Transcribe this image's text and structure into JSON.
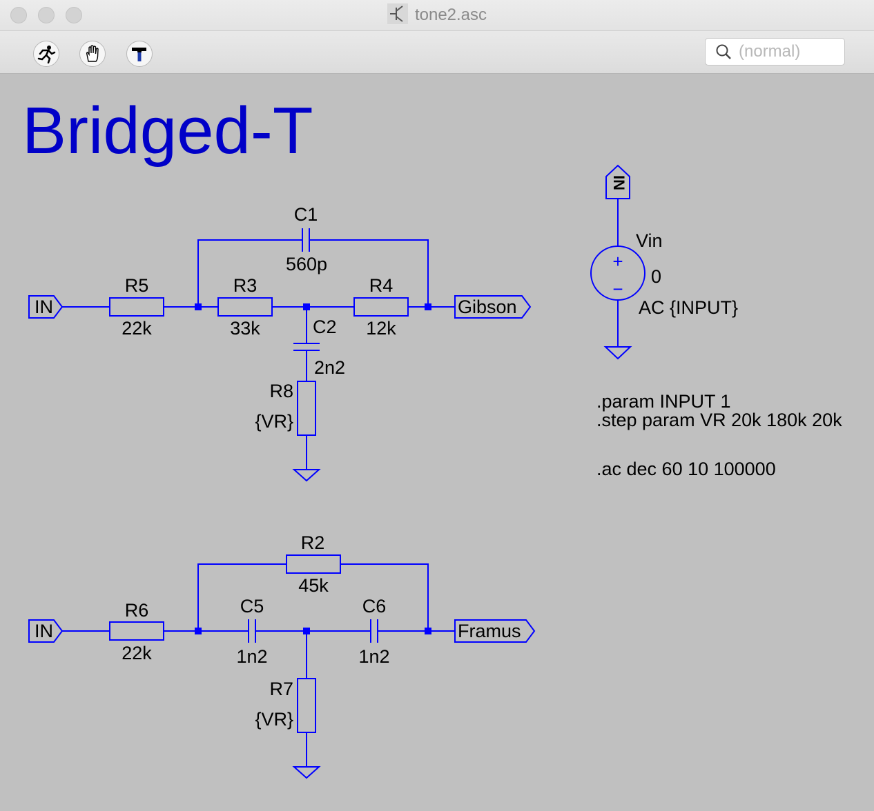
{
  "window": {
    "title": "tone2.asc",
    "search_placeholder": "(normal)",
    "tools": [
      "run-icon",
      "pan-hand-icon",
      "hammer-icon"
    ]
  },
  "schematic": {
    "heading": "Bridged-T",
    "colors": {
      "wire": "#0000ff",
      "text_blue": "#0000c8",
      "background": "#c0c0c0"
    },
    "top_circuit": {
      "in_label": "IN",
      "out_label": "Gibson",
      "R5": {
        "name": "R5",
        "value": "22k"
      },
      "R3": {
        "name": "R3",
        "value": "33k"
      },
      "R4": {
        "name": "R4",
        "value": "12k"
      },
      "C1": {
        "name": "C1",
        "value": "560p"
      },
      "C2": {
        "name": "C2",
        "value": "2n2"
      },
      "R8": {
        "name": "R8",
        "value": "{VR}"
      }
    },
    "bottom_circuit": {
      "in_label": "IN",
      "out_label": "Framus",
      "R6": {
        "name": "R6",
        "value": "22k"
      },
      "R2": {
        "name": "R2",
        "value": "45k"
      },
      "C5": {
        "name": "C5",
        "value": "1n2"
      },
      "C6": {
        "name": "C6",
        "value": "1n2"
      },
      "R7": {
        "name": "R7",
        "value": "{VR}"
      }
    },
    "source": {
      "in_label": "IN",
      "name": "Vin",
      "dc_value": "0",
      "ac_value": "AC {INPUT}",
      "plus": "+",
      "minus": "−"
    },
    "directives": {
      "param": ".param INPUT 1",
      "step": ".step param VR 20k 180k 20k",
      "ac": ".ac dec 60 10 100000"
    }
  }
}
